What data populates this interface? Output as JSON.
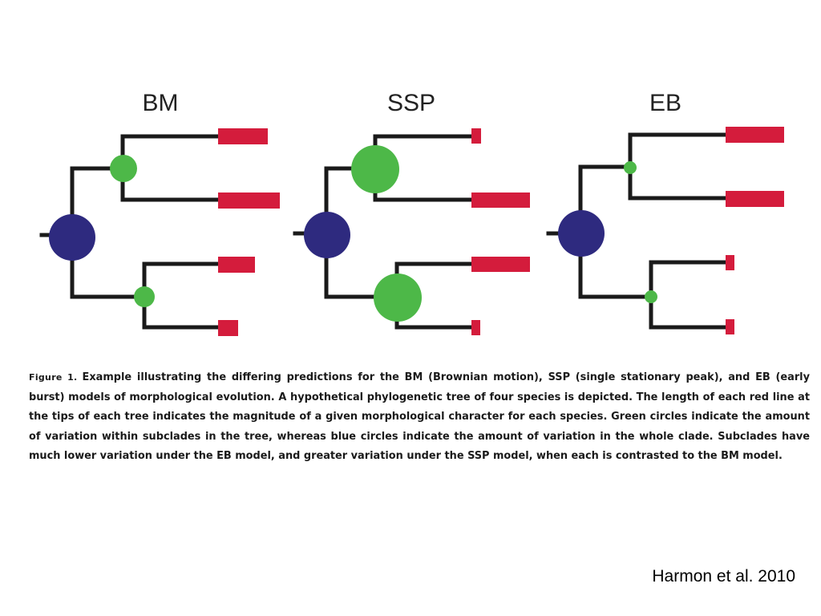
{
  "colors": {
    "branch": "#1a1a1a",
    "trait_bar": "#d41c3c",
    "subclade_variation": "#4db848",
    "clade_variation": "#2e2a7f"
  },
  "models": [
    {
      "title": "BM",
      "clade_variation": "medium",
      "subclade_variation": [
        "medium",
        "small"
      ],
      "tip_traits": [
        0.55,
        0.72,
        0.42,
        0.22
      ]
    },
    {
      "title": "SSP",
      "clade_variation": "medium",
      "subclade_variation": [
        "large",
        "large"
      ],
      "tip_traits": [
        0.1,
        0.7,
        0.7,
        0.1
      ]
    },
    {
      "title": "EB",
      "clade_variation": "medium",
      "subclade_variation": [
        "tiny",
        "tiny"
      ],
      "tip_traits": [
        0.7,
        0.7,
        0.1,
        0.1
      ]
    }
  ],
  "caption": {
    "label": "Figure 1.",
    "text": "Example illustrating the differing predictions for the BM (Brownian motion), SSP (single stationary peak), and EB (early burst) models of morphological evolution. A hypothetical phylogenetic tree of four species is depicted. The length of each red line at the tips of each tree indicates the magnitude of a given morphological character for each species. Green circles indicate the amount of variation within subclades in the tree, whereas blue circles indicate the amount of variation in the whole clade. Subclades have much lower variation under the EB model, and greater variation under the SSP model, when each is contrasted to the BM model."
  },
  "citation": "Harmon et al. 2010"
}
